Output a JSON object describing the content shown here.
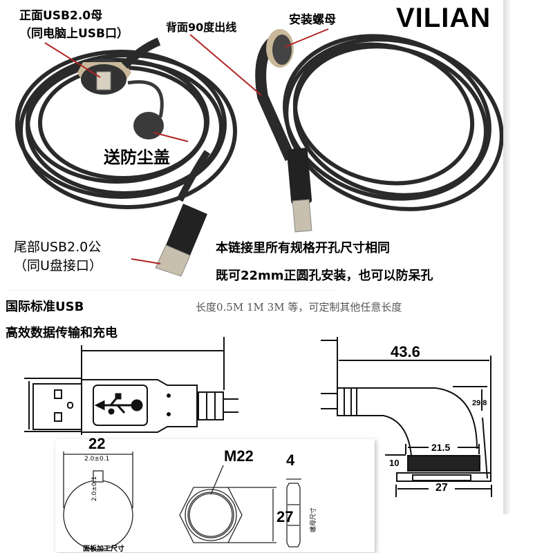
{
  "brand": "VILIAN",
  "photo_labels": {
    "front_female": "正面USB2.0母",
    "front_female_note": "（同电脑上USB口）",
    "rear_90": "背面90度出线",
    "nut": "安装螺母",
    "dust_cap": "送防尘盖",
    "tail_male": "尾部USB2.0公",
    "tail_male_note": "（同U盘接口）"
  },
  "notes": {
    "line1": "本链接里所有规格开孔尺寸相同",
    "line2": "既可22mm正圆孔安装，也可以防呆孔"
  },
  "features": {
    "standard": "国际标准USB",
    "transfer": "高效数据传输和充电",
    "length": "长度0.5M  1M   3M 等，可定制其他任意长度"
  },
  "dimensions": {
    "overall_length": "43.6",
    "height": "29.8",
    "thread_width": "21.5",
    "thread_height": "10",
    "flange_width": "27",
    "hole_diameter": "22",
    "key_width": "2.0±0.1",
    "key_depth": "2.0±0.1",
    "nut_thread": "M22",
    "nut_size": "27",
    "nut_thickness": "4",
    "panel_caption": "面板加工尺寸",
    "nut_caption": "螺母尺寸"
  },
  "colors": {
    "cable": "#2a2a2a",
    "arrow": "#b22222",
    "line": "#111111"
  }
}
